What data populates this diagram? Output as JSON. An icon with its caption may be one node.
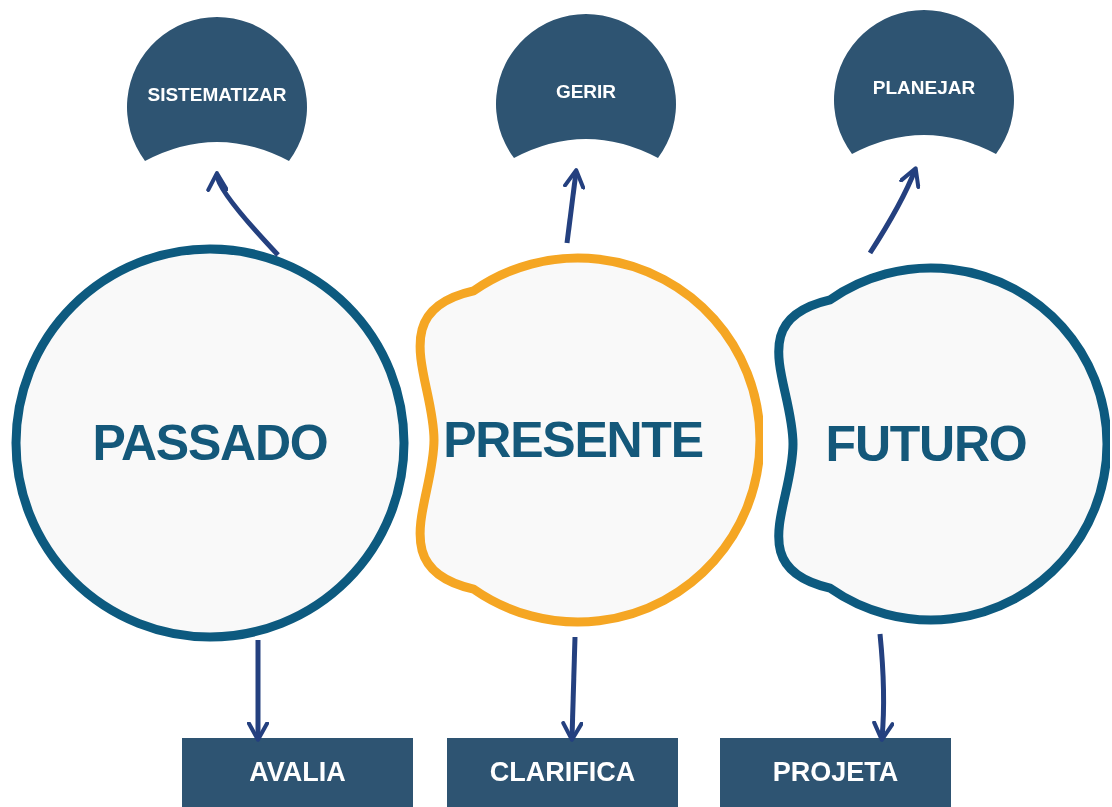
{
  "diagram": {
    "nodes": [
      {
        "text": [
          "SISTEMATIZAR"
        ]
      },
      {
        "text": [
          "GERIR"
        ]
      },
      {
        "text": [
          "PLANEJAR"
        ]
      },
      {
        "text": [
          "PASSADO"
        ]
      },
      {
        "text": [
          "PRESENTE"
        ]
      },
      {
        "text": [
          "FUTURO"
        ]
      },
      {
        "text": [
          "AVALIA"
        ]
      },
      {
        "text": [
          "CLARIFICA"
        ]
      },
      {
        "text": [
          "PROJETA"
        ]
      }
    ],
    "edges": [
      {
        "from": 3,
        "to": 0,
        "arrow": "to"
      },
      {
        "from": 4,
        "to": 1,
        "arrow": "to"
      },
      {
        "from": 5,
        "to": 2,
        "arrow": "to"
      },
      {
        "from": 3,
        "to": 6,
        "arrow": "to"
      },
      {
        "from": 4,
        "to": 7,
        "arrow": "to"
      },
      {
        "from": 5,
        "to": 8,
        "arrow": "to"
      }
    ]
  }
}
